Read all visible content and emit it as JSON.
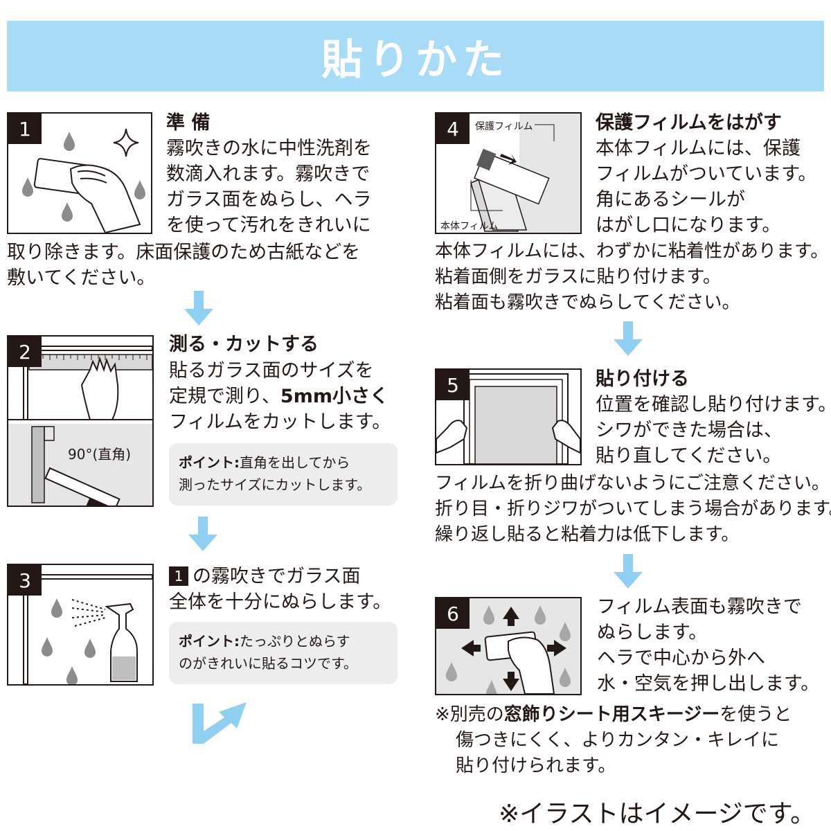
{
  "header": {
    "title": "貼りかた"
  },
  "steps": {
    "s1": {
      "num": "1",
      "title": "準 備",
      "lines": [
        "霧吹きの水に中性洗剤を",
        "数滴入れます。霧吹きで",
        "ガラス面をぬらし、ヘラ",
        "を使って汚れをきれいに"
      ],
      "full_lines": [
        "取り除きます。床面保護のため古紙などを",
        "敷いてください。"
      ]
    },
    "s2": {
      "num": "2",
      "title": "測る・カットする",
      "lines": [
        "貼るガラス面のサイズを",
        "フィルムをカットします。"
      ],
      "line2_pre": "定規で測り、",
      "line2_bold": "5mm小さく",
      "angle_label": "90°(直角)",
      "point_label": "ポイント:",
      "point_line1": "直角を出してから",
      "point_line2": "測ったサイズにカットします。"
    },
    "s3": {
      "num": "3",
      "ref_num": "1",
      "line1": "の霧吹きでガラス面",
      "line2": "全体を十分にぬらします。",
      "point_label": "ポイント:",
      "point_line1": "たっぷりとぬらす",
      "point_line2": "のがきれいに貼るコツです。"
    },
    "s4": {
      "num": "4",
      "title": "保護フィルムをはがす",
      "label_protect": "保護フィルム",
      "label_main": "本体フィルム",
      "lines": [
        "本体フィルムには、保護",
        "フィルムがついています。",
        "角にあるシールが",
        "はがし口になります。"
      ],
      "full_lines": [
        "本体フィルムには、わずかに粘着性があります。",
        "粘着面側をガラスに貼り付けます。",
        "粘着面も霧吹きでぬらしてください。"
      ]
    },
    "s5": {
      "num": "5",
      "title": "貼り付ける",
      "lines": [
        "位置を確認し貼り付けます。",
        "シワができた場合は、",
        "貼り直してください。"
      ],
      "full_lines": [
        "フィルムを折り曲げないようにご注意ください。",
        "折り目・折りジワがついてしまう場合があります。",
        "繰り返し貼ると粘着力は低下します。"
      ]
    },
    "s6": {
      "num": "6",
      "lines": [
        "フィルム表面も霧吹きで",
        "ぬらします。",
        "ヘラで中心から外へ",
        "水・空気を押し出します。"
      ],
      "note_pre": "※別売の",
      "note_bold": "窓飾りシート用スキージー",
      "note_post": "を使うと",
      "note_lines": [
        "傷つきにくく、よりカンタン・キレイに",
        "貼り付けられます。"
      ]
    }
  },
  "footer": {
    "text": "※イラストはイメージです。"
  },
  "colors": {
    "accent": "#a8dcf6",
    "arrow": "#8fd0f2",
    "ink": "#231815",
    "point_bg": "#ededed",
    "drop": "#8c8c8c"
  }
}
